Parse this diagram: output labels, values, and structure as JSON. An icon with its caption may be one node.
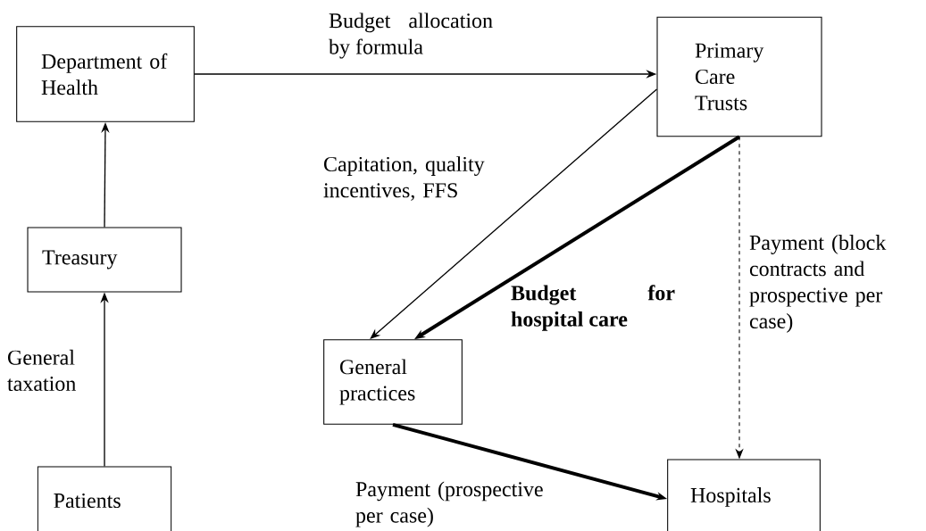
{
  "diagram": {
    "nodes": [
      {
        "text": [
          "Department of Health"
        ]
      },
      {
        "text": [
          "Primary Care Trusts"
        ]
      },
      {
        "text": [
          "Treasury"
        ]
      },
      {
        "text": [
          "General practices"
        ]
      },
      {
        "text": [
          "Patients"
        ]
      },
      {
        "text": [
          "Hospitals"
        ]
      }
    ],
    "edges": [
      {
        "from": 4,
        "to": 2,
        "arrow": "to",
        "label": "General taxation"
      },
      {
        "from": 2,
        "to": 0,
        "arrow": "to"
      },
      {
        "from": 0,
        "to": 1,
        "arrow": "to",
        "label": "Budget allocation by formula"
      },
      {
        "from": 1,
        "to": 3,
        "arrow": "to",
        "label": "Capitation, quality incentives, FFS"
      },
      {
        "from": 1,
        "to": 3,
        "arrow": "to",
        "style": "thick",
        "label": "Budget for hospital care"
      },
      {
        "from": 1,
        "to": 5,
        "arrow": "to",
        "style": "dashed",
        "label": "Payment (block contracts and prospective per case)"
      },
      {
        "from": 3,
        "to": 5,
        "arrow": "to",
        "style": "thick",
        "label": "Payment (prospective per case)"
      }
    ]
  }
}
